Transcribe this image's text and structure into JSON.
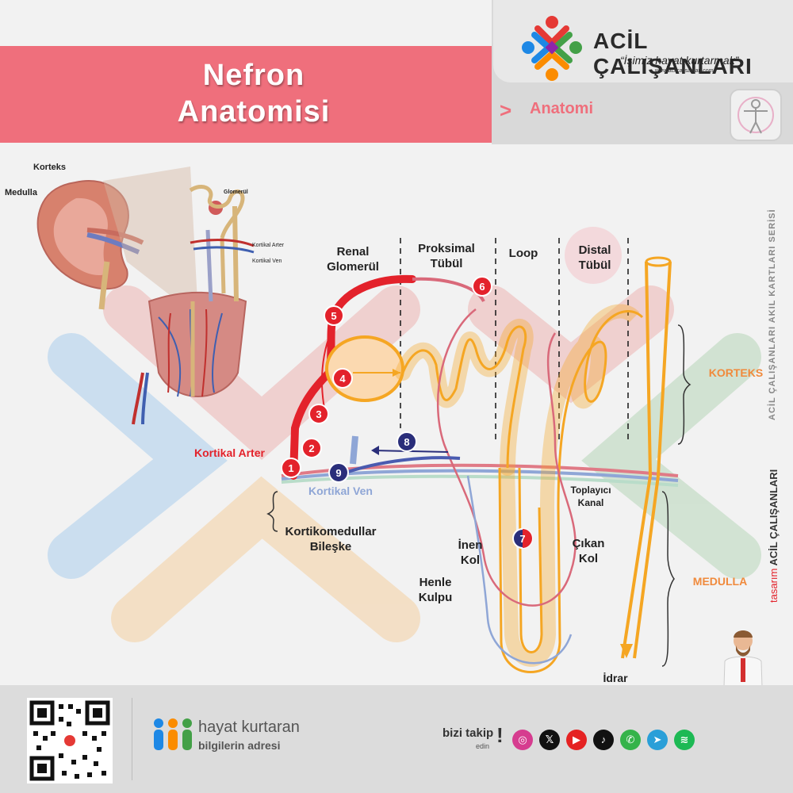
{
  "header": {
    "title_line1": "Nefron",
    "title_line2": "Anatomisi",
    "brand_name": "ACİL ÇALIŞANLARI",
    "brand_slogan": "“İşimiz hayat kurtarmak”",
    "brand_url": "www.acilcalisanlari.com",
    "category_arrow": ">",
    "category": "Anatomi"
  },
  "diagram": {
    "inset_labels": {
      "korteks": "Korteks",
      "medulla": "Medulla",
      "glomerul": "Glomerül",
      "kortikal_arter": "Kortikal Arter",
      "kortikal_ven": "Kortikal Ven"
    },
    "sections": {
      "renal_l1": "Renal",
      "renal_l2": "Glomerül",
      "proks_l1": "Proksimal",
      "proks_l2": "Tübül",
      "loop": "Loop",
      "distal_l1": "Distal",
      "distal_l2": "Tübül"
    },
    "labels": {
      "kortikal_arter": "Kortikal Arter",
      "kortikal_ven": "Kortikal Ven",
      "kortikomedullar_l1": "Kortikomedullar",
      "kortikomedullar_l2": "Bileşke",
      "inen_l1": "İnen",
      "inen_l2": "Kol",
      "cikan_l1": "Çıkan",
      "cikan_l2": "Kol",
      "henle_l1": "Henle",
      "henle_l2": "Kulpu",
      "toplayici_l1": "Toplayıcı",
      "toplayici_l2": "Kanal",
      "idrar": "İdrar",
      "korteks": "KORTEKS",
      "medulla": "MEDULLA"
    },
    "markers": [
      "1",
      "2",
      "3",
      "4",
      "5",
      "6",
      "7",
      "8",
      "9"
    ],
    "colors": {
      "red": "#e3222b",
      "navy": "#2a2e7a",
      "orange": "#f5a623",
      "pink": "#d9697a",
      "blue": "#8fa6d6",
      "section_orange": "#f08a3c"
    }
  },
  "side": {
    "series": "ACİL ÇALIŞANLARI AKIL KARTLARI SERİSİ",
    "design_prefix": "tasarım",
    "design_brand": "ACİL ÇALIŞANLARI"
  },
  "footer": {
    "hk_line1": "hayat kurtaran",
    "hk_line2": "bilgilerin adresi",
    "follow_line1": "bizi takip",
    "follow_line2": "edin",
    "social_icons": [
      "instagram-icon",
      "x-icon",
      "youtube-icon",
      "tiktok-icon",
      "whatsapp-icon",
      "telegram-icon",
      "spotify-icon"
    ]
  }
}
